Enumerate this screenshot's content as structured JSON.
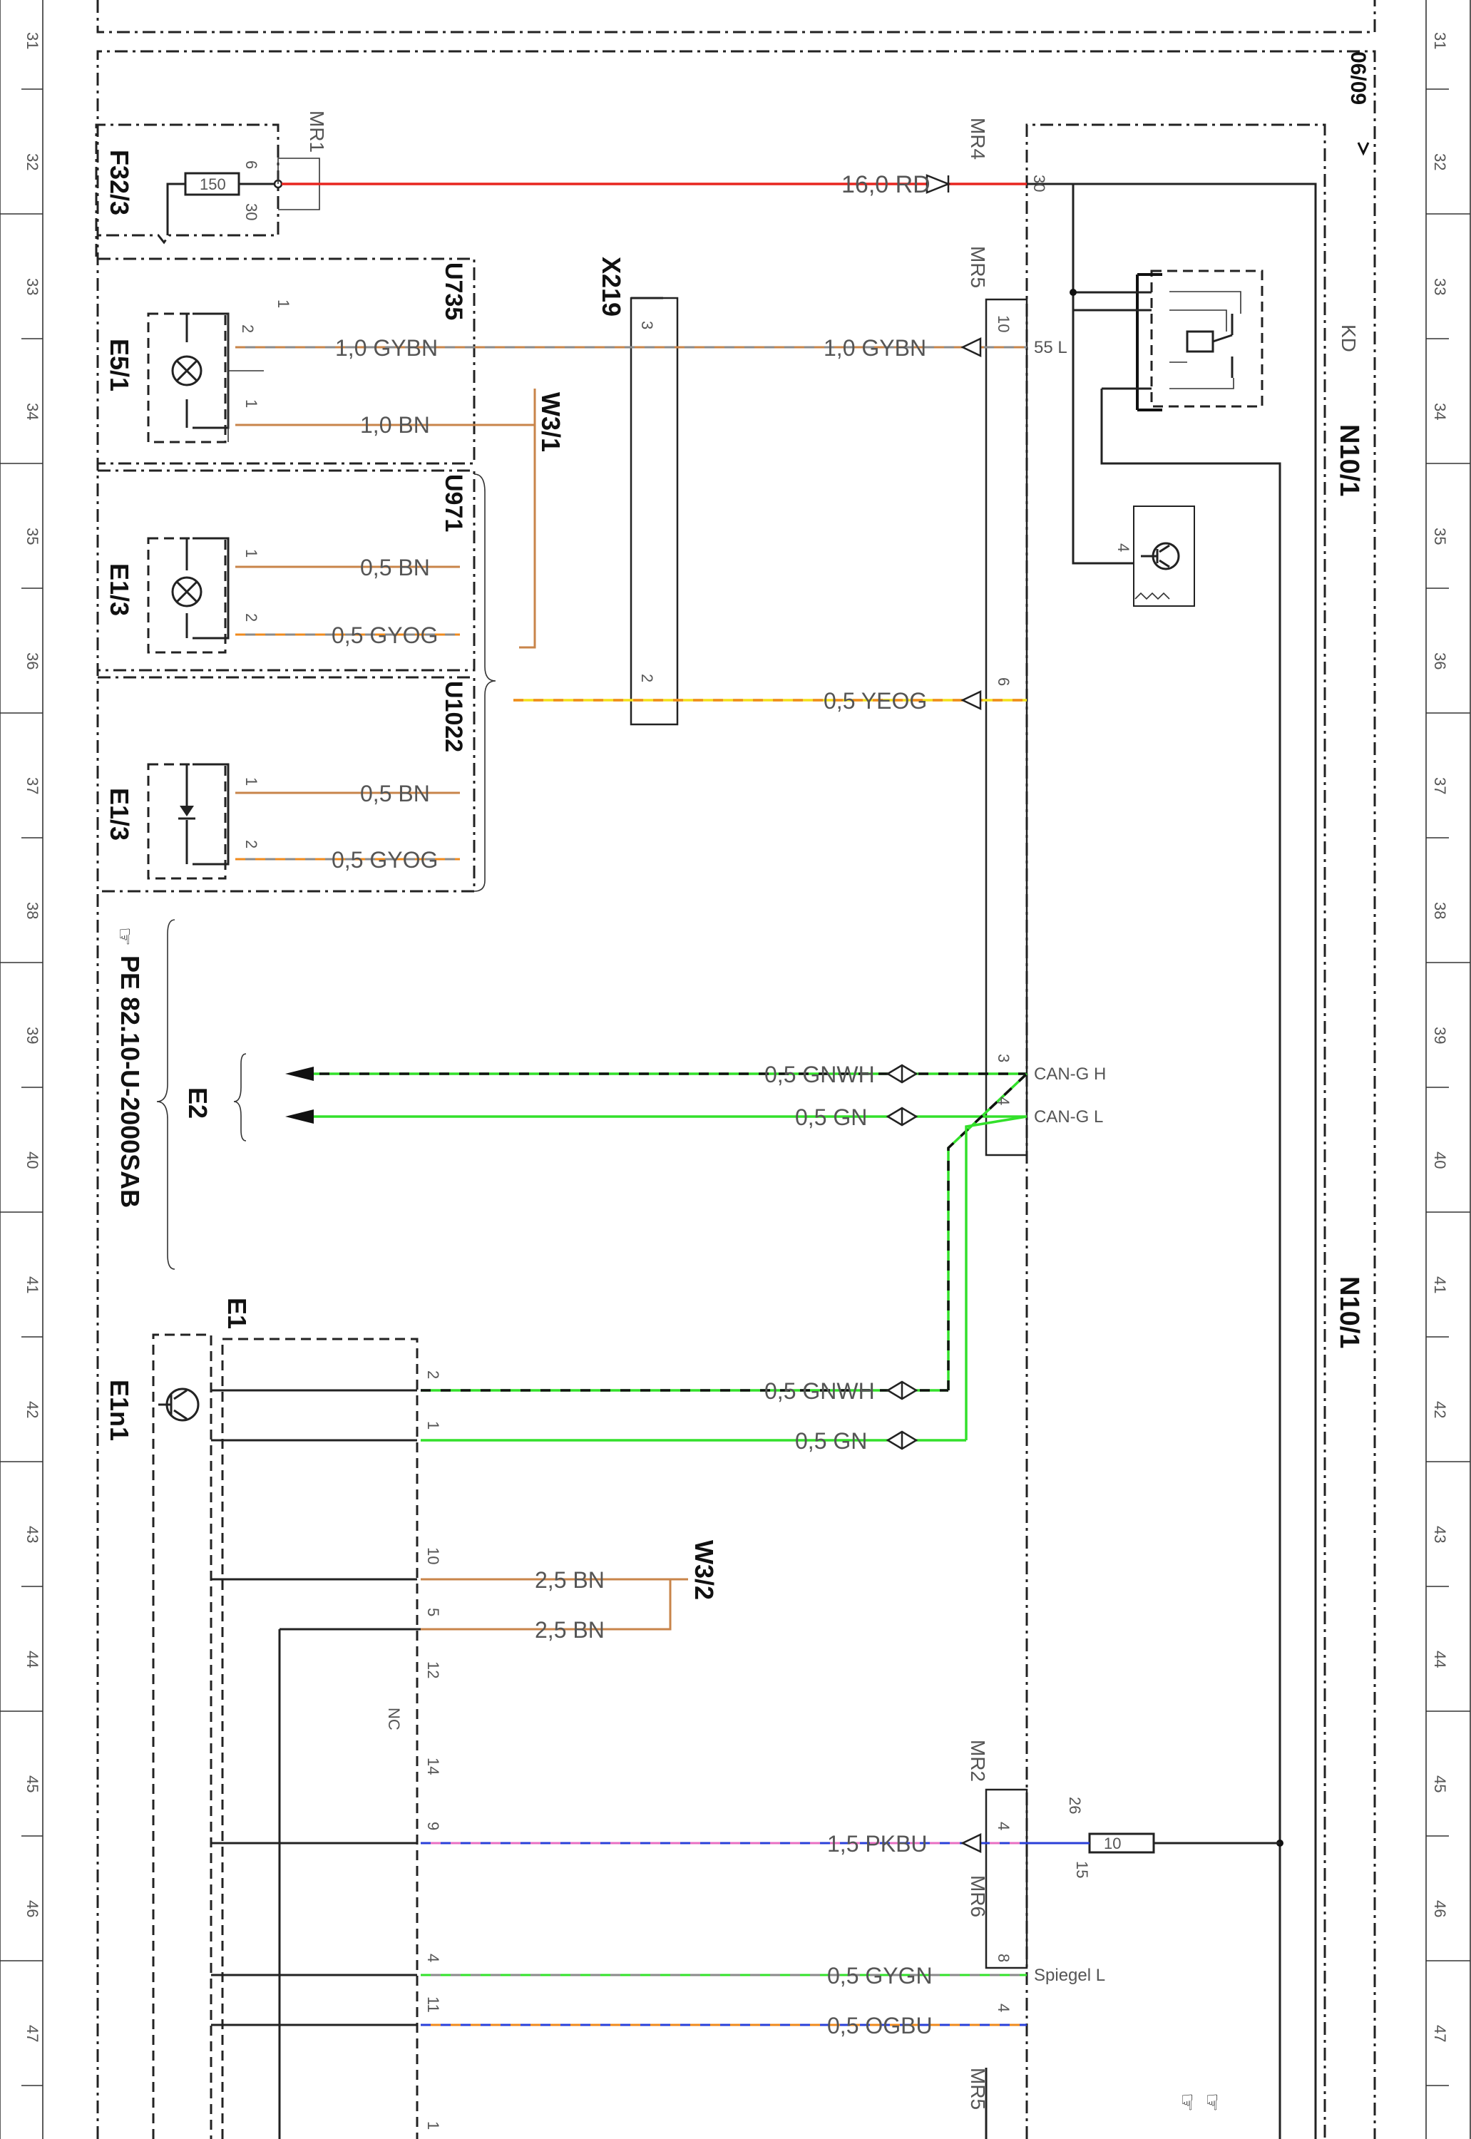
{
  "rulers": [
    "31",
    "32",
    "33",
    "34",
    "35",
    "36",
    "37",
    "38",
    "39",
    "40",
    "41",
    "42",
    "43",
    "44",
    "45",
    "46",
    "47"
  ],
  "sheet_ref": "06/09",
  "components": {
    "f32": "F32/3",
    "e51": "E5/1",
    "e13a": "E1/3",
    "e13b": "E1/3",
    "e1n1": "E1n1",
    "e1": "E1",
    "e2": "E2",
    "n101a": "N10/1",
    "n101b": "N10/1",
    "kd": "KD",
    "x219": "X219",
    "w31": "W3/1",
    "w32": "W3/2",
    "u735": "U735",
    "u971": "U971",
    "u1022": "U1022"
  },
  "connectors": {
    "mr1": "MR1",
    "mr4": "MR4",
    "mr5": "MR5",
    "mr2": "MR2",
    "mr6": "MR6",
    "mr5b": "MR5"
  },
  "reference": "PE 82.10-U-2000SAB",
  "fuses": {
    "f150": "150",
    "f10": "10"
  },
  "wires": {
    "rd": "16,0 RD",
    "gybn_a": "1,0 GYBN",
    "bn_a": "1,0 BN",
    "gybn_b": "1,0 GYBN",
    "bn05_a": "0,5 BN",
    "gyog_a": "0,5 GYOG",
    "yeog": "0,5 YEOG",
    "bn05_b": "0,5 BN",
    "gyog_b": "0,5 GYOG",
    "gnwh_a": "0,5 GNWH",
    "gn_a": "0,5 GN",
    "gnwh_b": "0,5 GNWH",
    "gn_b": "0,5 GN",
    "bn25_a": "2,5 BN",
    "bn25_b": "2,5 BN",
    "pkbu": "1,5 PKBU",
    "gygn": "0,5 GYGN",
    "ogbu": "0,5 OGBU"
  },
  "signals": {
    "s55l": "55 L",
    "canh": "CAN-G H",
    "canl": "CAN-G L",
    "spiegel": "Spiegel L",
    "nc": "NC"
  },
  "pins": {
    "p30a": "30",
    "p6": "6",
    "p30b": "30",
    "p10a": "10",
    "p2a": "2",
    "p1a": "1",
    "p1b": "1",
    "p3x": "3",
    "p1c": "1",
    "p2b": "2",
    "p2x": "2",
    "p6b": "6",
    "p1d": "1",
    "p2c": "2",
    "p3c": "3",
    "p4c": "4",
    "p2e": "2",
    "p1e": "1",
    "p10e": "10",
    "p5e": "5",
    "p12": "12",
    "p14": "14",
    "p9": "9",
    "p4m": "4",
    "p26": "26",
    "p15": "15",
    "p4e": "4",
    "p8": "8",
    "p11": "11",
    "p4n": "4",
    "p4t": "4",
    "p1w": "1"
  },
  "colors": {
    "red": "#e8251f",
    "green": "#33e02b",
    "brown": "#c8844a",
    "grey": "#8a8a8a",
    "orange": "#ef8a1d",
    "yellow": "#f3e21a",
    "pink": "#e86fc3",
    "blue": "#2a3fd8",
    "black": "#111111"
  }
}
